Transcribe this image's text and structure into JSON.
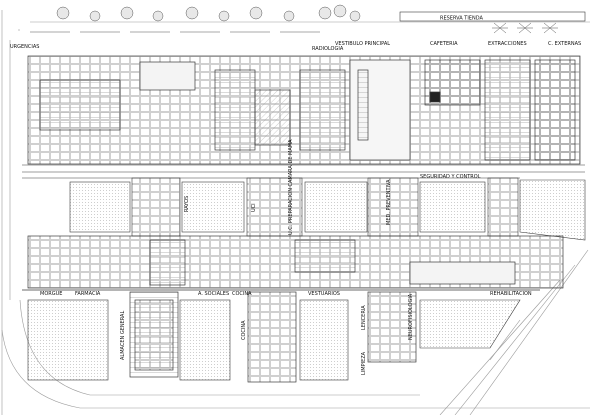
{
  "labels": {
    "reserva_tienda": "RESERVA TIENDA",
    "urgencias": "URGENCIAS",
    "radiologia": "RADIOLOGIA",
    "vestibulo_principal": "VESTIBULO PRINCIPAL",
    "cafeteria": "CAFETERIA",
    "extracciones": "EXTRACCIONES",
    "c_externas": "C. EXTERNAS",
    "seguridad_control": "SEGURIDAD Y CONTROL",
    "morgue": "MORGUE",
    "farmacia": "FARMACIA",
    "a_sociales": "A. SOCIALES",
    "cocina": "COCINA",
    "vestuarios": "VESTUARIOS",
    "rehabilitacion": "REHABILITACION",
    "almacen_general": "ALMACEN GENERAL",
    "lenceria": "LENCERIA",
    "limpieza": "LIMPIEZA",
    "neurofisiologia": "NEUROFISIOLOGIA",
    "rayos": "RAYOS",
    "uci": "UCI",
    "uc_preparacion": "U.C. PREPARACION CAMARA DE MAMA",
    "med_preventiva": "MED. PREVENTIVA"
  },
  "colors": {
    "line": "#3a3a3a",
    "light": "#9a9a9a",
    "hatch": "#c8c8c8",
    "background": "#ffffff"
  }
}
